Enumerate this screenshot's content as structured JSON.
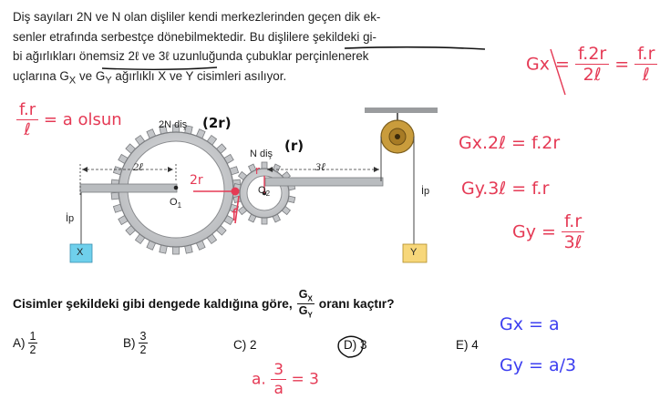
{
  "problem": {
    "lines": [
      "Diş sayıları 2N ve N olan dişliler kendi merkezlerinden geçen dik ek-",
      "senler etrafında serbestçe dönebilmektedir. Bu dişlilere şekildeki gi-",
      "bi ağırlıkları önemsiz 2ℓ ve 3ℓ uzunluğunda çubuklar perçinlenerek"
    ],
    "line4_pre": "uçlarına G",
    "line4_sub1": "X",
    "line4_mid": " ve G",
    "line4_sub2": "Y",
    "line4_post": " ağırlıklı X ve Y cisimleri asılıyor."
  },
  "figure": {
    "gear_large_label": "2N diş",
    "gear_small_label": "N diş",
    "rod_left_label": "2ℓ",
    "rod_right_label": "3ℓ",
    "center_large": "O",
    "center_large_sub": "1",
    "center_small": "O",
    "center_small_sub": "2",
    "rope_left": "İp",
    "rope_right": "İp",
    "block_x": "X",
    "block_y": "Y"
  },
  "question": {
    "pre": "Cisimler şekildeki gibi dengede kaldığına göre,",
    "frac_num": "G",
    "frac_num_sub": "X",
    "frac_den": "G",
    "frac_den_sub": "Y",
    "post": "oranı kaçtır?"
  },
  "choices": [
    {
      "letter": "A)",
      "num": "1",
      "den": "2"
    },
    {
      "letter": "B)",
      "num": "3",
      "den": "2"
    },
    {
      "letter": "C)",
      "value": "2"
    },
    {
      "letter": "D)",
      "value": "3"
    },
    {
      "letter": "E)",
      "value": "4"
    }
  ],
  "handwriting": {
    "left_num": "f.r",
    "left_den": "ℓ",
    "left_rest": "= a olsun",
    "gear_large_r": "(2r)",
    "gear_small_r": "(r)",
    "radius_2r": "2r",
    "radius_r": "r",
    "force_f": "f",
    "top_lhs": "Gx =",
    "top_num1": "f.2r",
    "top_den1": "2ℓ",
    "top_eq": "=",
    "top_num2": "f.r",
    "top_den2": "ℓ",
    "eq1": "Gx.2ℓ = f.2r",
    "eq2": "Gy.3ℓ = f.r",
    "eq3_lhs": "Gy =",
    "eq3_num": "f.r",
    "eq3_den": "3ℓ",
    "ans_gx": "Gx = a",
    "ans_gy": "Gy = a/3",
    "calc_pre": "a.",
    "calc_num": "3",
    "calc_den": "a",
    "calc_post": "= 3"
  },
  "colors": {
    "ink_red": "#e53a55",
    "ink_blue": "#3d3ff0",
    "gear_fill": "#c9cbcd",
    "gear_edge": "#7b7d80",
    "block_x": "#6fd0ec",
    "block_y": "#f7d77a",
    "pulley": "#c99c3c"
  }
}
